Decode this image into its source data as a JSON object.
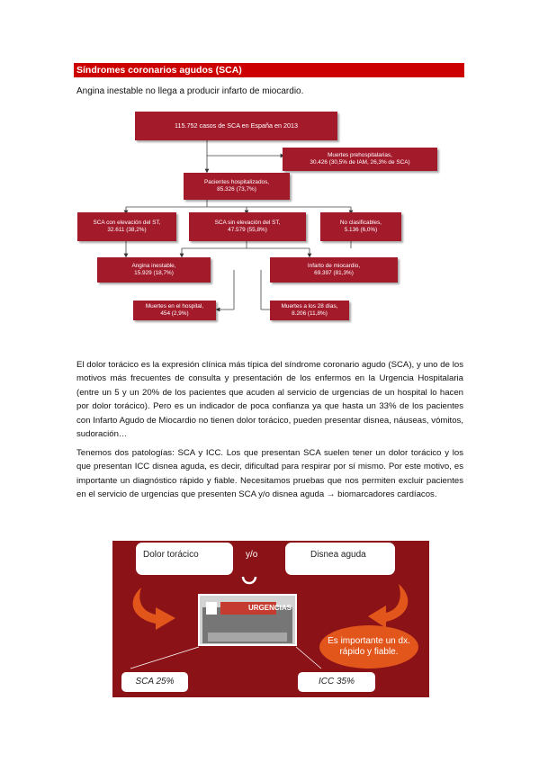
{
  "section": {
    "title": "Síndromes coronarios agudos (SCA)"
  },
  "intro": "Angina inestable no llega a producir infarto de miocardio.",
  "flowchart": {
    "top": "115.752 casos de SCA en España en 2013",
    "prehosp": {
      "line1": "Muertes prehospitalarias,",
      "line2": "30.426 (30,5% de IAM, 26,3% de SCA)"
    },
    "hosp": {
      "line1": "Pacientes hospitalizados,",
      "line2": "85.326 (73,7%)"
    },
    "sca_elev": {
      "line1": "SCA con elevación del ST,",
      "line2": "32.611 (38,2%)"
    },
    "sca_sin": {
      "line1": "SCA sin elevación del ST,",
      "line2": "47.579 (55,8%)"
    },
    "no_clas": {
      "line1": "No clasificables,",
      "line2": "5.136 (6,0%)"
    },
    "angina": {
      "line1": "Angina inestable,",
      "line2": "15.929 (18,7%)"
    },
    "infarto": {
      "line1": "Infarto de miocardio,",
      "line2": "69.397 (81,3%)"
    },
    "muertes_hosp": {
      "line1": "Muertes en el hospital,",
      "line2": "454 (2,9%)"
    },
    "muertes_28": {
      "line1": "Muertes a los 28 días,",
      "line2": "8.206 (11,8%)"
    }
  },
  "paragraph1": "El dolor torácico es la expresión clínica más típica del síndrome coronario agudo (SCA), y uno de los motivos más frecuentes de consulta y presentación de los enfermos en la Urgencia Hospitalaria (entre un 5 y un 20% de los pacientes que acuden al servicio de urgencias de un hospital lo hacen por dolor torácico). Pero es un indicador de poca confianza ya que hasta un 33% de los pacientes con Infarto Agudo de Miocardio no tienen dolor torácico, pueden presentar disnea, náuseas, vómitos, sudoración…",
  "paragraph2": "Tenemos dos patologías: SCA y ICC. Los que presentan SCA suelen tener un dolor torácico y los que presentan ICC disnea aguda, es decir, dificultad para respirar por sí mismo. Por este motivo, es importante un diagnóstico rápido y fiable. Necesitamos pruebas que nos permiten excluir pacientes en el servicio de urgencias que presenten SCA y/o disnea aguda → biomarcadores cardíacos.",
  "picture": {
    "dolor": "Dolor torácico",
    "disnea": "Disnea aguda",
    "yo": "y/o",
    "urgencias": "URGENCIAS",
    "oval_line1": "Es importante un dx.",
    "oval_line2": "rápido y fiable.",
    "sca": "SCA 25%",
    "icc": "ICC 35%"
  },
  "colors": {
    "section_bar": "#cc0000",
    "flow_box": "#a31a2b",
    "picture_bg": "#8b1216",
    "oval": "#e2561c"
  }
}
